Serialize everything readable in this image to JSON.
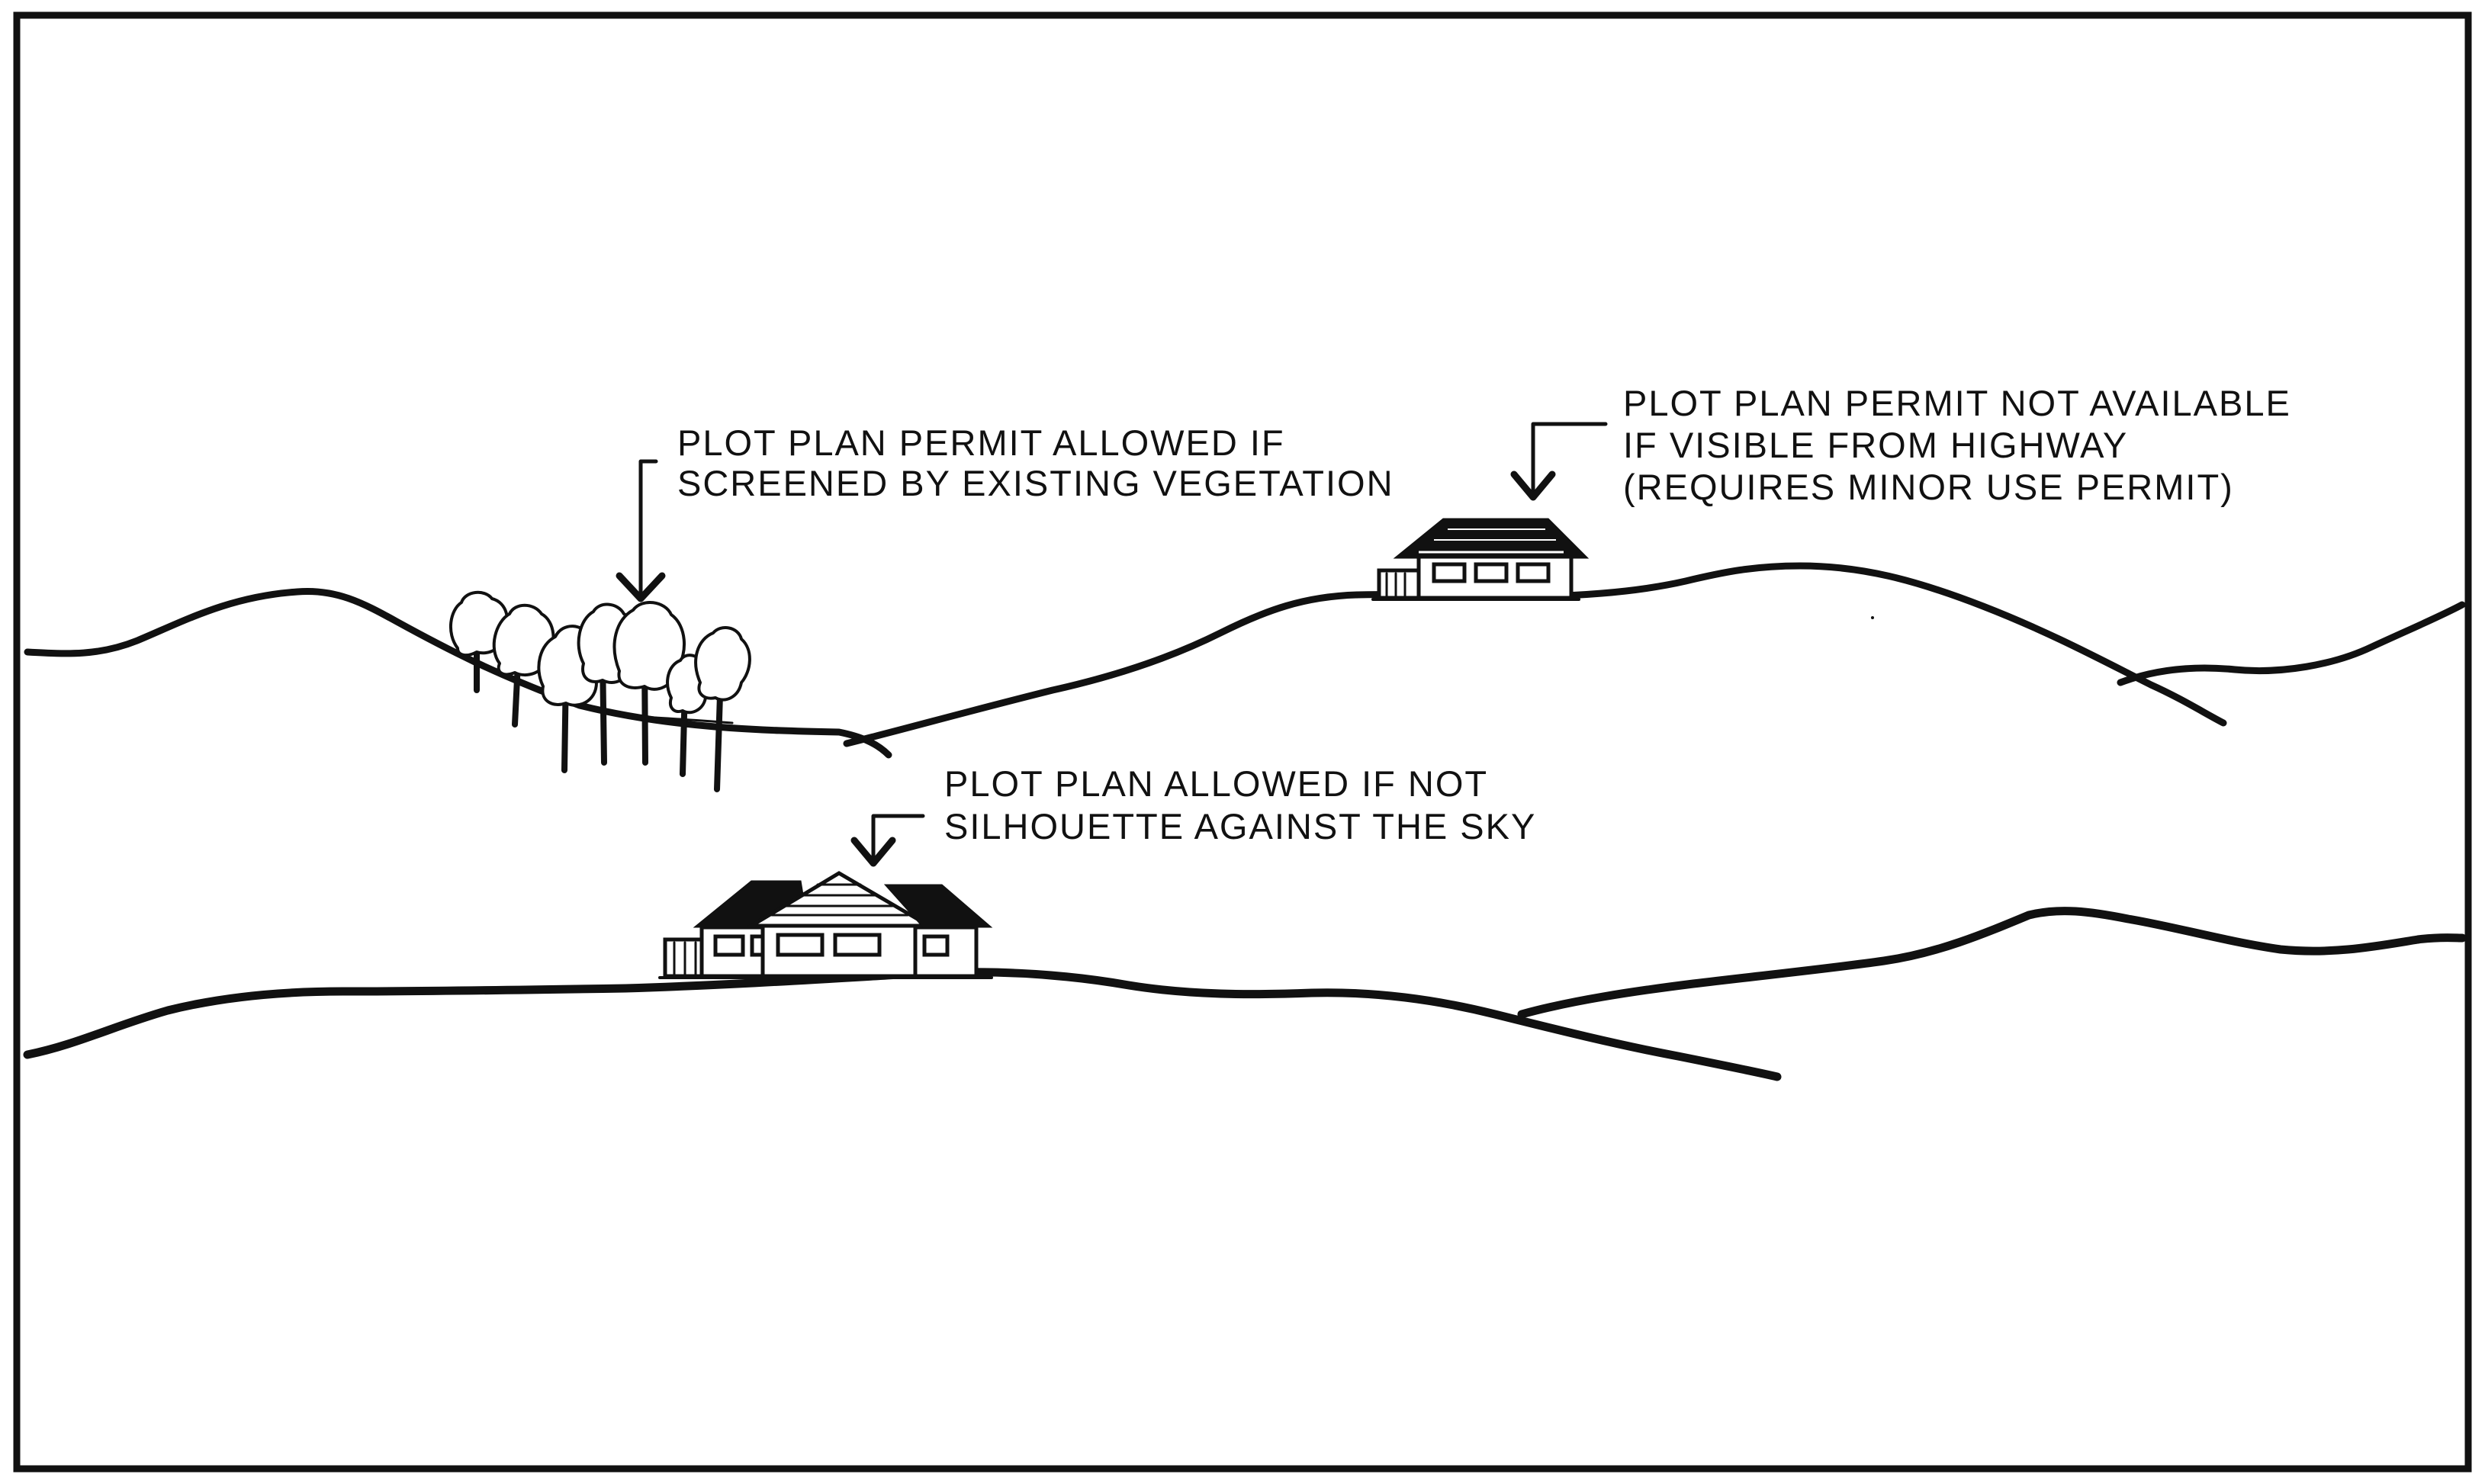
{
  "labels": {
    "vegetation": {
      "line1": "PLOT PLAN PERMIT ALLOWED IF",
      "line2": "SCREENED BY EXISTING VEGETATION"
    },
    "ridgetop_house": {
      "line1": "PLOT PLAN PERMIT NOT AVAILABLE",
      "line2": "IF VISIBLE FROM HIGHWAY",
      "line3": "(REQUIRES MINOR USE PERMIT)"
    },
    "lower_house": {
      "line1": "PLOT PLAN ALLOWED IF NOT",
      "line2": "SILHOUETTE AGAINST THE SKY"
    }
  },
  "colors": {
    "ink": "#111111",
    "background": "#ffffff"
  }
}
